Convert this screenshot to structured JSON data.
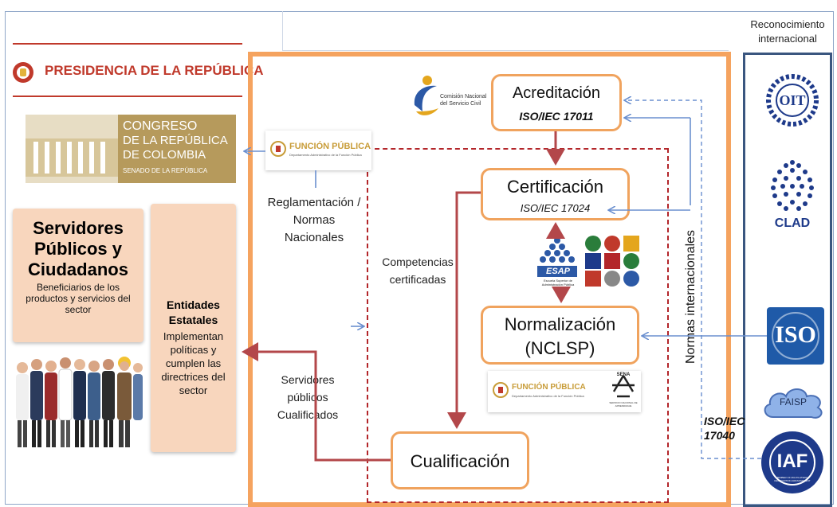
{
  "header": {
    "presidencia": "PRESIDENCIA DE LA REPÚBLICA",
    "reconocimiento": "Reconocimiento internacional"
  },
  "congreso": {
    "line1": "CONGRESO",
    "line2": "DE LA REPÚBLICA",
    "line3": "DE COLOMBIA",
    "line4": "SENADO DE LA REPÚBLICA"
  },
  "funcion_publica": {
    "name": "FUNCIÓN PÚBLICA",
    "subtitle": "Departamento Administrativo de la Función Pública"
  },
  "cnsc": {
    "line1": "Comisión Nacional",
    "line2": "del Servicio Civil"
  },
  "servidores_box": {
    "title_lines": [
      "Servidores",
      "Públicos y",
      "Ciudadanos"
    ],
    "desc": "Beneficiarios de los productos y servicios del sector"
  },
  "entidades_box": {
    "title": "Entidades Estatales",
    "desc": "Implementan políticas y cumplen las directrices del sector"
  },
  "labels": {
    "reglamentacion": "Reglamentación / Normas Nacionales",
    "competencias": "Competencias certificadas",
    "servidores_cualificados": "Servidores públicos Cualificados",
    "normas_internacionales": "Normas internacionales",
    "iso_17040": "ISO/IEC 17040"
  },
  "process": {
    "acreditacion": {
      "title": "Acreditación",
      "standard": "ISO/IEC 17011"
    },
    "certificacion": {
      "title": "Certificación",
      "standard": "ISO/IEC 17024"
    },
    "normalizacion": {
      "title": "Normalización",
      "subtitle": "(NCLSP)"
    },
    "cualificacion": {
      "title": "Cualificación"
    }
  },
  "esap": {
    "acronym": "ESAP",
    "name": "Escuela Superior de Administración Pública"
  },
  "sena": {
    "acronym": "SENA",
    "name": "SERVICIO NACIONAL DE APRENDIZAJE"
  },
  "intl": {
    "oit": "OIT",
    "clad": "CLAD",
    "iso": "ISO",
    "faisp": "FAISP",
    "iaf": "IAF",
    "iaf_ring": "MEMBER OF MULTILATERAL RECOGNITION ARRANGEMENT"
  },
  "colors": {
    "orange": "#f5a35f",
    "red_arrow": "#b3474a",
    "blue_arrow": "#6a8fcf",
    "navy": "#1e3a8a"
  }
}
